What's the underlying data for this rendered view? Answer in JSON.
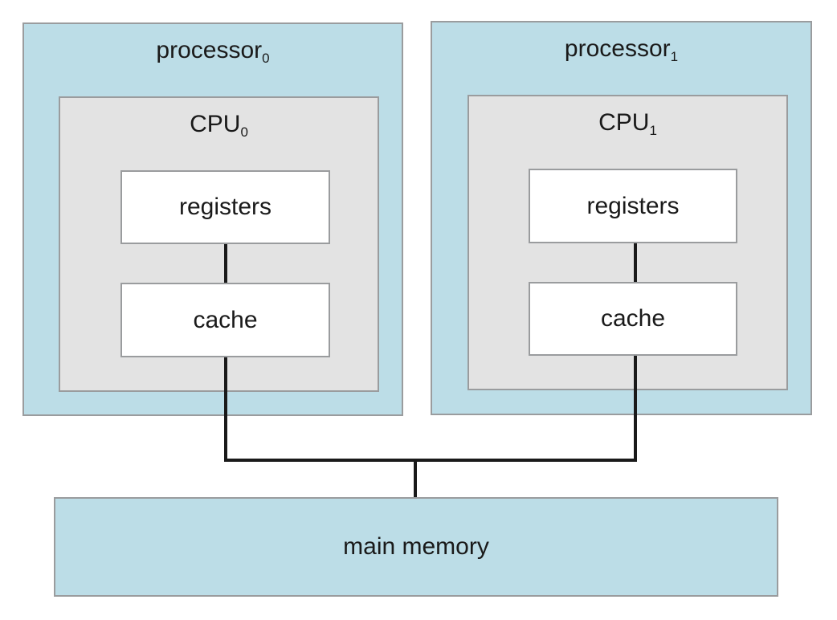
{
  "diagram": {
    "processors": [
      {
        "name": "processor",
        "subscript": "0",
        "cpu": {
          "name": "CPU",
          "subscript": "0",
          "registers": "registers",
          "cache": "cache"
        }
      },
      {
        "name": "processor",
        "subscript": "1",
        "cpu": {
          "name": "CPU",
          "subscript": "1",
          "registers": "registers",
          "cache": "cache"
        }
      }
    ],
    "memory": "main memory",
    "colors": {
      "processor_fill": "#bcdde7",
      "cpu_fill": "#e3e3e3",
      "unit_fill": "#ffffff",
      "border": "#9a9c9e",
      "wire": "#1a1a1a"
    }
  }
}
